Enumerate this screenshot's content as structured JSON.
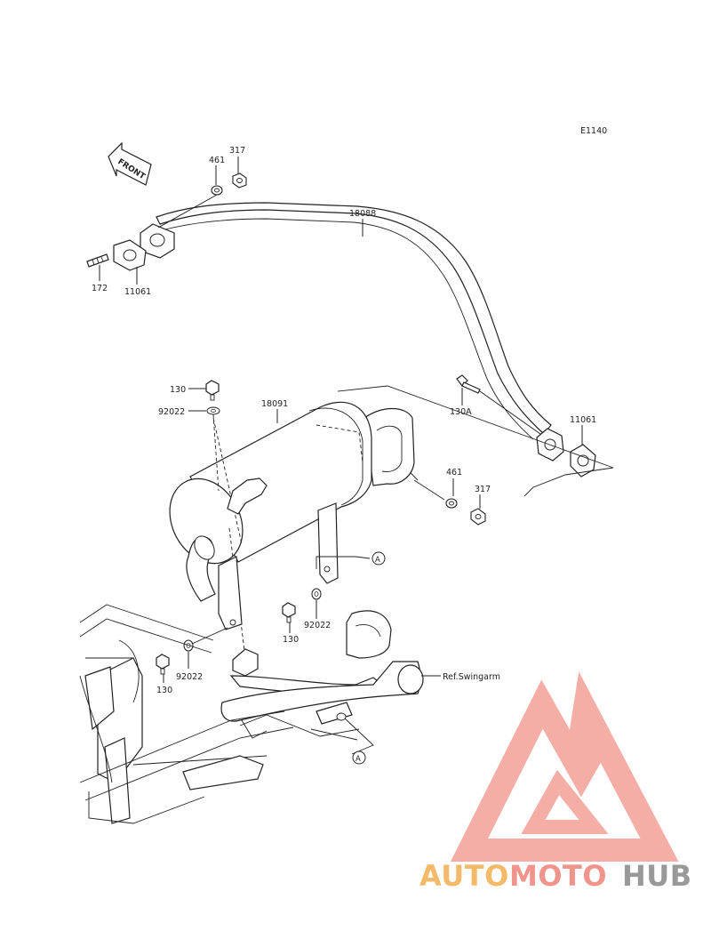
{
  "diagram_code": "E1140",
  "front_label": "FRONT",
  "parts": {
    "p18088": "18088",
    "p18091": "18091",
    "p461_top": "461",
    "p317_top": "317",
    "p172": "172",
    "p11061_left": "11061",
    "p11061_right": "11061",
    "p130_top": "130",
    "p92022_top": "92022",
    "p130A": "130A",
    "p461_right": "461",
    "p317_right": "317",
    "p130_mid": "130",
    "p92022_mid": "92022",
    "p130_low": "130",
    "p92022_low": "92022"
  },
  "refs": {
    "marker_a1": "A",
    "marker_a2": "A",
    "ref_swingarm": "Ref.Swingarm"
  },
  "logo": {
    "part1": "AUTO",
    "part2": "MOTO",
    "part3": "HUB",
    "colors": {
      "triangle": "#f08a80",
      "auto": "#f5b25a",
      "moto": "#f08a80",
      "hub": "#8f8f8f"
    }
  }
}
